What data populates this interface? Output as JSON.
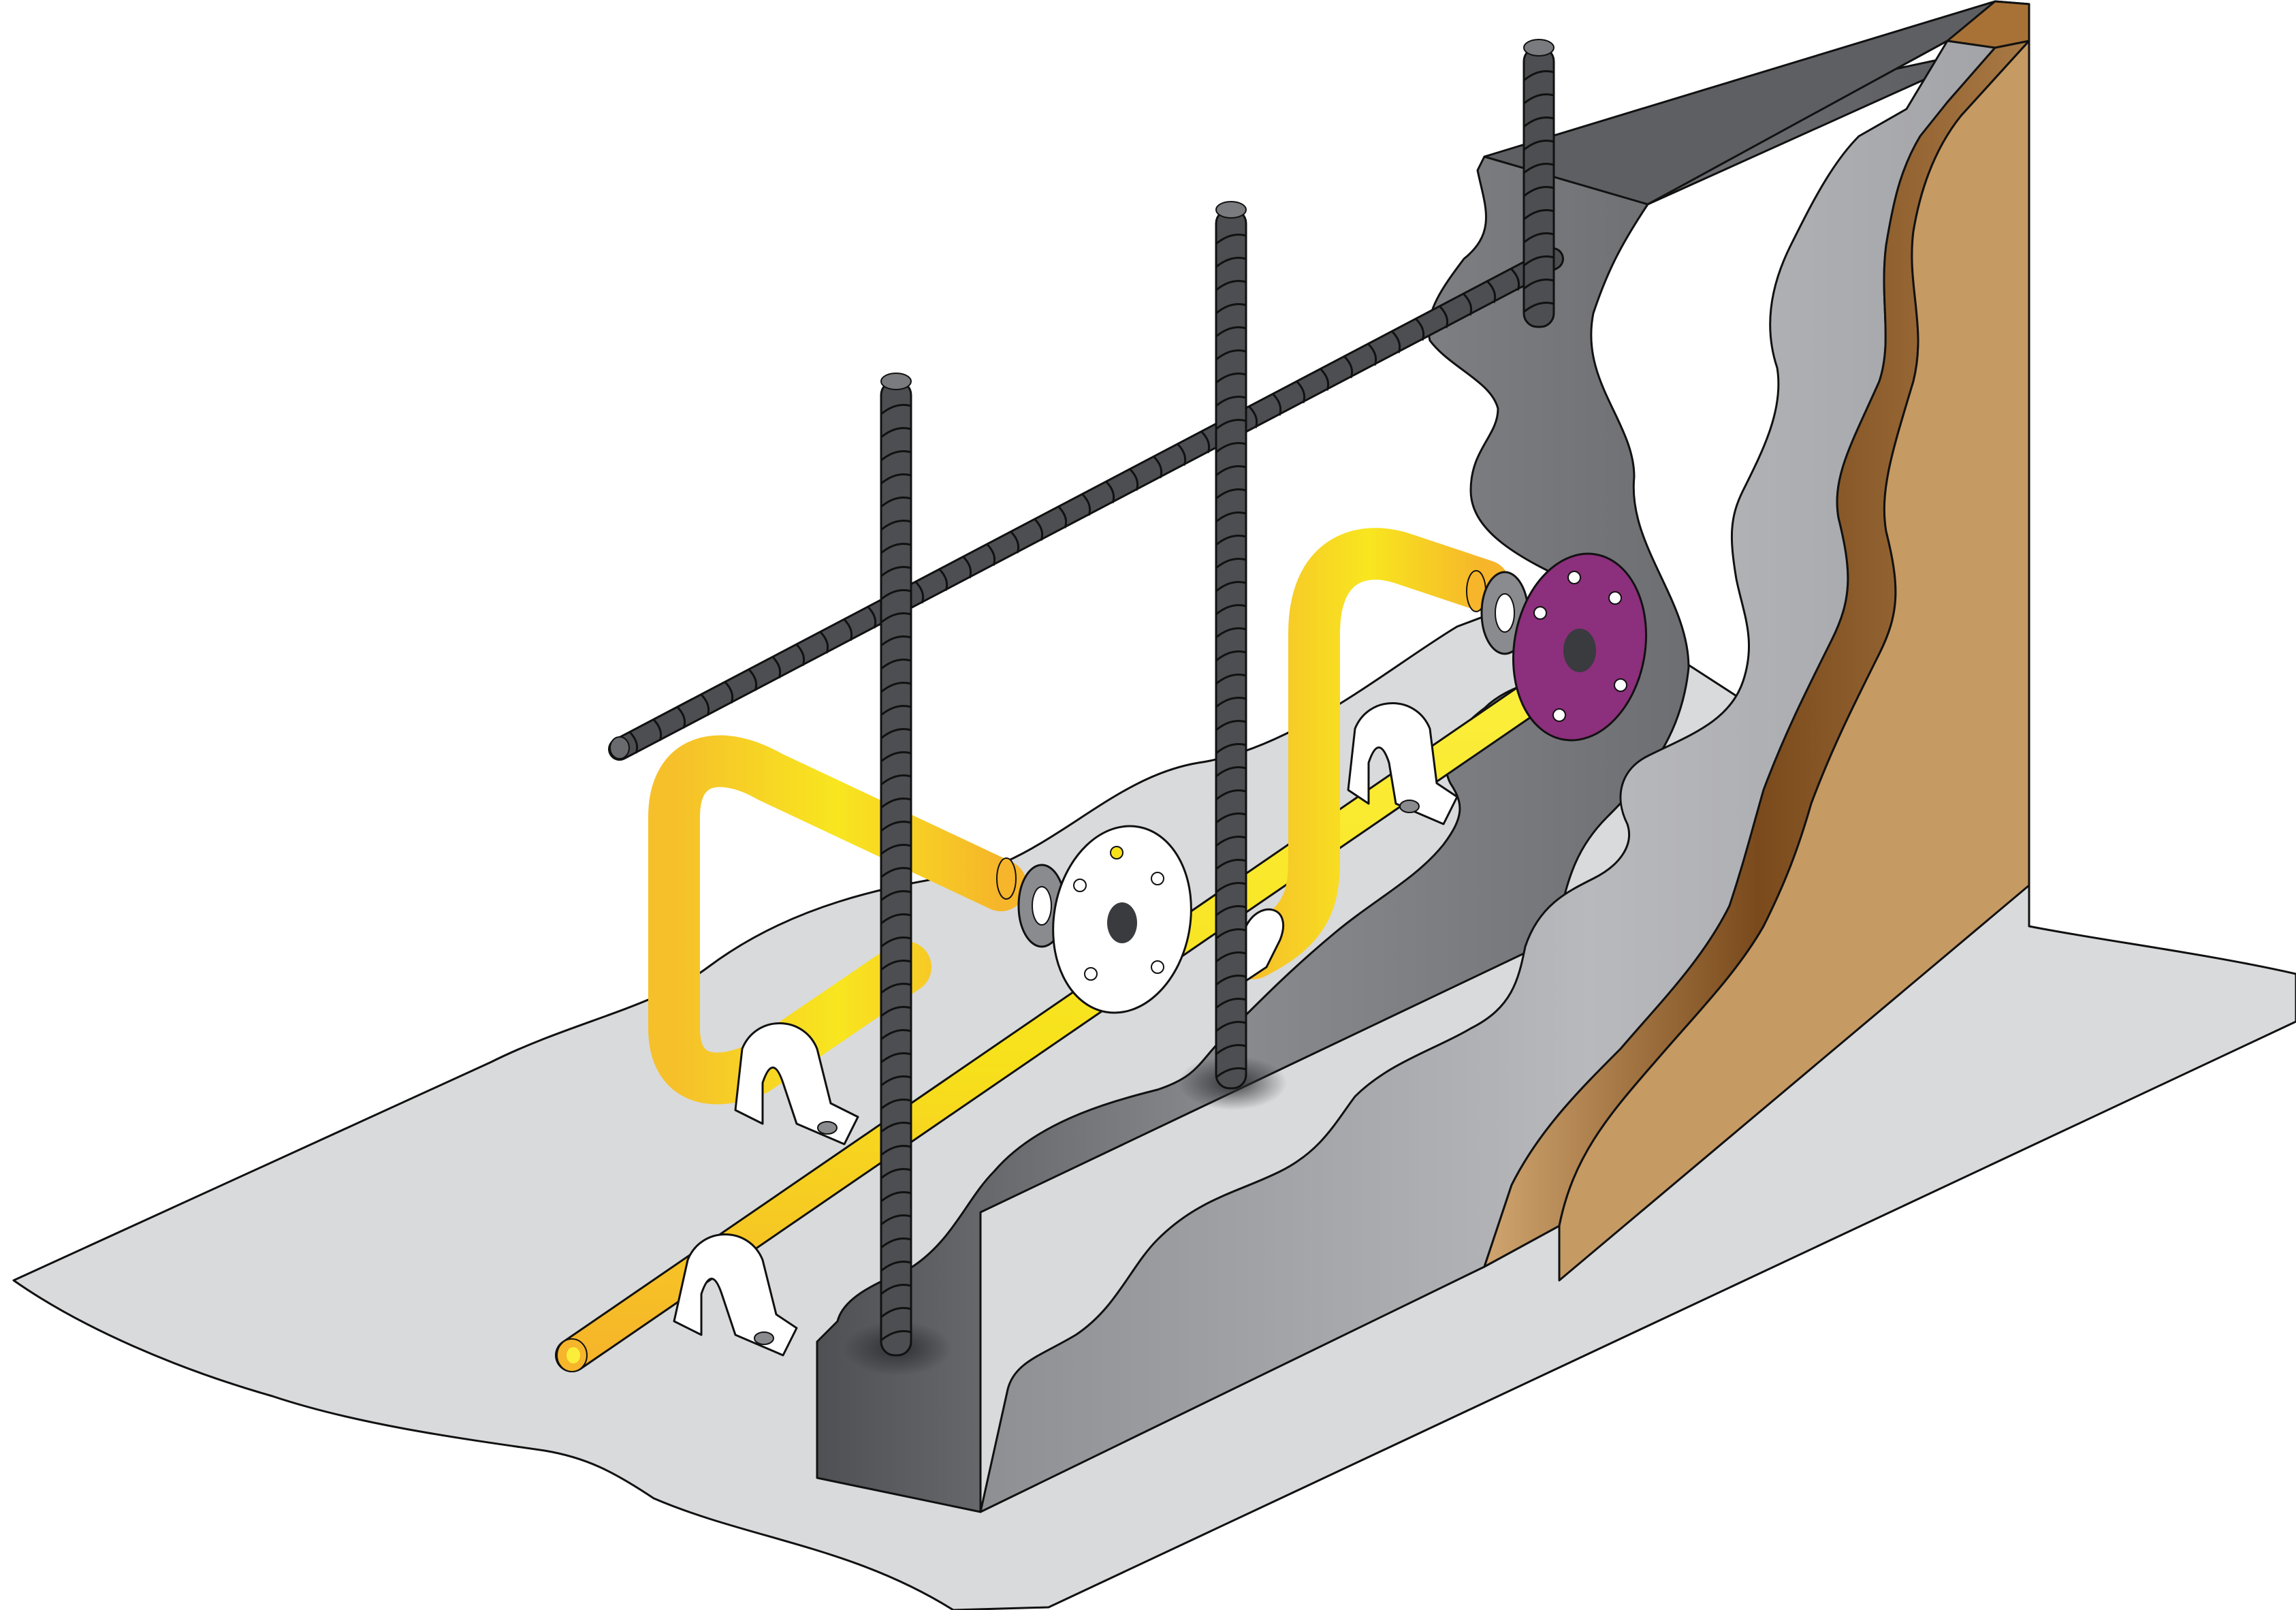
{
  "colors": {
    "background": "#ffffff",
    "slab": "#d9dadc",
    "concrete_light": "#b3b4b7",
    "concrete_dark": "#5b5c60",
    "soil": "#c69a63",
    "soil_dark": "#7a4a1c",
    "rebar": "#4d4e52",
    "pipe": "#f7e11b",
    "pipe_shade": "#f6b52a",
    "anode_flange_purple": "#8c2f7c",
    "anode_flange_white": "#ffffff",
    "clamp": "#ffffff",
    "outline": "#111111"
  },
  "icons": [
    "concrete-slab",
    "foundation-wall-cutaway",
    "soil-backfill",
    "vertical-rebar",
    "horizontal-rebar",
    "yellow-pipe",
    "pipe-clamp",
    "insulating-flange"
  ]
}
